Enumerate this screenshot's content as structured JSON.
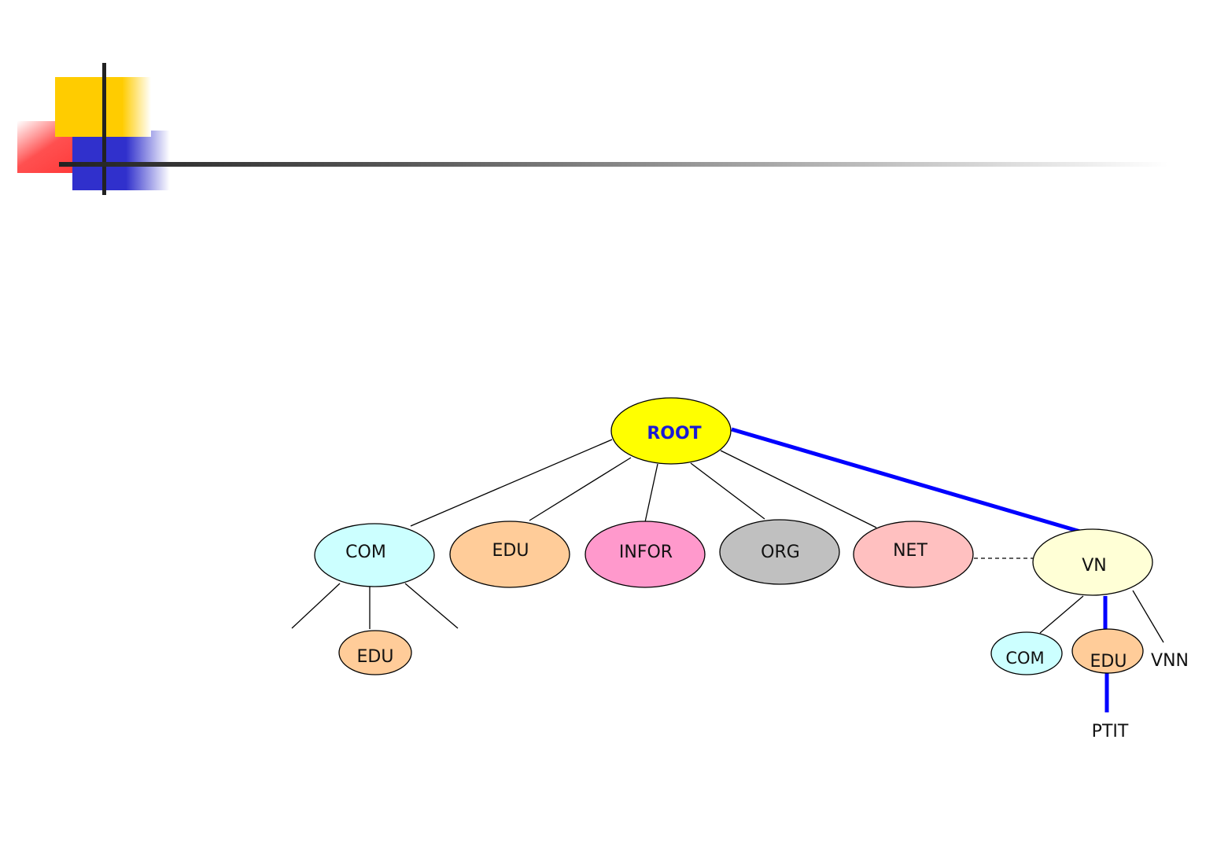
{
  "diagram": {
    "nodes": {
      "root": "ROOT",
      "com": "COM",
      "edu": "EDU",
      "infor": "INFOR",
      "org": "ORG",
      "net": "NET",
      "vn": "VN",
      "com_edu": "EDU",
      "vn_com": "COM",
      "vn_edu": "EDU",
      "vn_vnn": "VNN",
      "ptit": "PTIT"
    },
    "colors": {
      "root": "#ffff00",
      "com": "#ccffff",
      "edu": "#ffcc99",
      "infor": "#ff99cc",
      "org": "#c0c0c0",
      "net": "#ffc0c0",
      "vn": "#ffffd6",
      "highlight_path": "#0000ff",
      "root_text": "#1a1ad6"
    }
  }
}
